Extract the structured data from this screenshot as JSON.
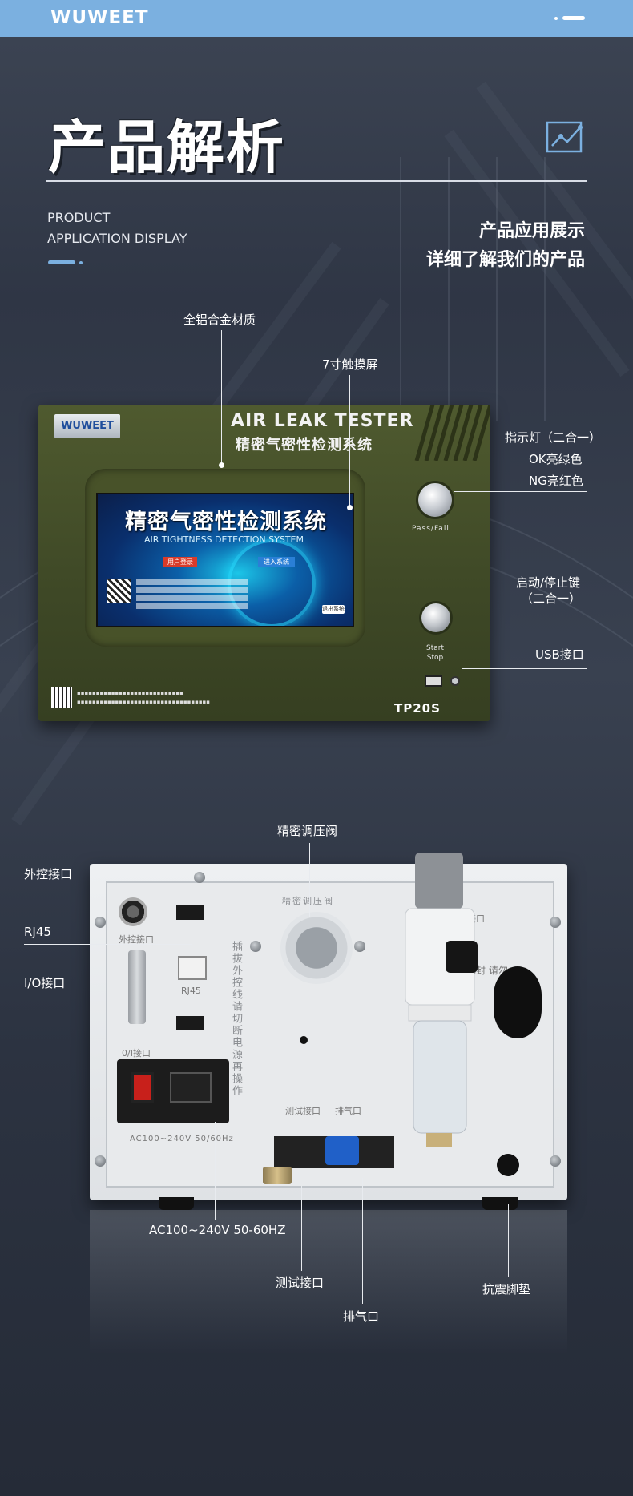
{
  "header": {
    "brand": "WUWEET",
    "title": "产品解析",
    "en_line1": "PRODUCT",
    "en_line2": "APPLICATION DISPLAY",
    "sub_cn1": "产品应用展示",
    "sub_cn2": "详细了解我们的产品",
    "accent_color": "#7bb0e0"
  },
  "front_device": {
    "logo": "WUWEET",
    "en_title": "AIR LEAK TESTER",
    "cn_title": "精密气密性检测系统",
    "screen_title": "精密气密性检测系统",
    "screen_subtitle": "AIR TIGHTNESS DETECTION SYSTEM",
    "screen_login": "用户登录",
    "screen_enter": "进入系统",
    "screen_exit": "退出系统",
    "pass_fail_label": "Pass/Fail",
    "start_label": "Start",
    "stop_label": "Stop",
    "model": "TP20S"
  },
  "front_callouts": {
    "material": "全铝合金材质",
    "touchscreen": "7寸触摸屏",
    "indicator": "指示灯（二合一）",
    "ok_color": "OK亮绿色",
    "ng_color": "NG亮红色",
    "start_stop": "启动/停止键",
    "start_stop_sub": "（二合一）",
    "usb": "USB接口"
  },
  "back_device": {
    "external_label": "外控接口",
    "rj45_label": "RJ45",
    "io_label": "0/I接口",
    "warning_text": "插拔外控线请切断电源再操作",
    "power_label": "AC100~240V 50/60Hz",
    "regulator_label": "精密调压阀",
    "test_label": "测试接口",
    "exhaust_label": "排气口",
    "sealed_label": "已封 请勿",
    "source_label": "源接口"
  },
  "back_callouts": {
    "regulator": "精密调压阀",
    "external": "外控接口",
    "rj45": "RJ45",
    "io": "I/O接口",
    "power": "AC100~240V 50-60HZ",
    "test_port": "测试接口",
    "exhaust": "排气口",
    "shock_pad": "抗震脚垫"
  }
}
